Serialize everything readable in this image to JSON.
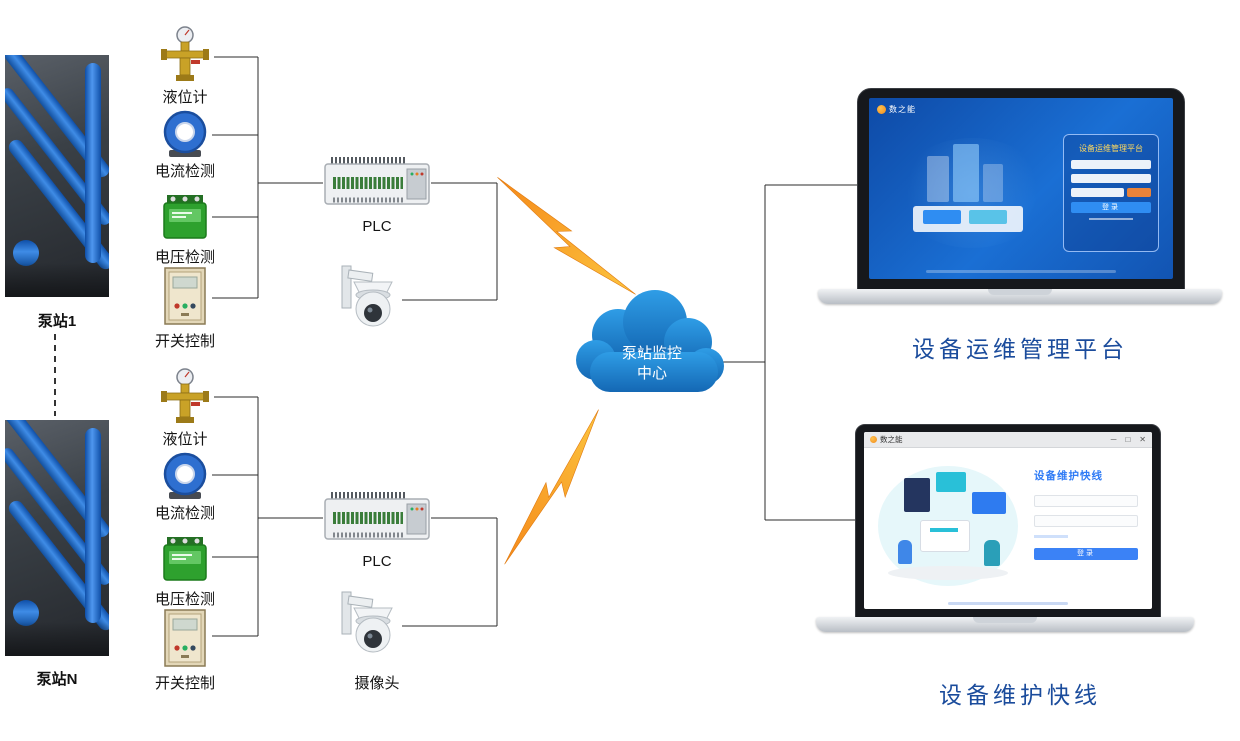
{
  "labels": {
    "pump1": "泵站1",
    "pumpN": "泵站N",
    "level": "液位计",
    "current": "电流检测",
    "voltage": "电压检测",
    "switch": "开关控制",
    "plc": "PLC",
    "camera": "摄像头"
  },
  "cloud": {
    "line1": "泵站监控",
    "line2": "中心"
  },
  "screen_top": {
    "logo": "数之能",
    "login_title": "设备运维管理平台",
    "login_button": "登录"
  },
  "screen_bottom": {
    "logo": "数之能",
    "login_title": "设备维护快线",
    "login_button": "登录",
    "controls": {
      "minimize": "─",
      "maximize": "□",
      "close": "✕"
    }
  },
  "captions": {
    "top": "设备运维管理平台",
    "bottom": "设备维护快线"
  },
  "colors": {
    "cloud_blue": "#1b7fd0",
    "caption_blue": "#1b4c9c",
    "lightning_orange": "#f7941d",
    "screen_blue": "#1a6fd4",
    "button_blue": "#3b82f6"
  }
}
